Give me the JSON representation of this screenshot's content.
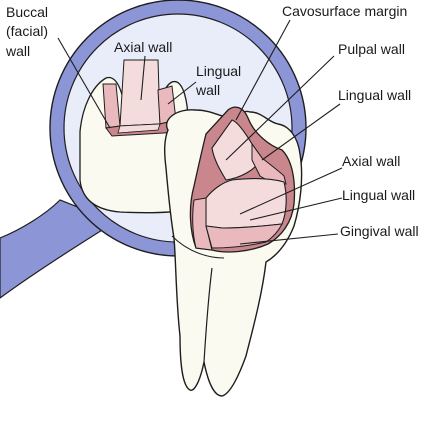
{
  "labels": {
    "buccal_line1": "Buccal",
    "buccal_line2": "(facial)",
    "buccal_line3": "wall",
    "axial_wall_top": "Axial wall",
    "lingual_top_line1": "Lingual",
    "lingual_top_line2": "wall",
    "cavosurface_margin": "Cavosurface margin",
    "pulpal_wall": "Pulpal wall",
    "lingual_wall_right": "Lingual wall",
    "axial_wall_right": "Axial wall",
    "lingual_wall_lower": "Lingual wall",
    "gingival_wall": "Gingival wall"
  },
  "colors": {
    "magnifier_ring": "#8c95d6",
    "magnifier_fill": "#e9ecf9",
    "tooth": "#fbfaf1",
    "prep_light": "#f5dcdc",
    "prep_mid": "#e9b9bd",
    "prep_dark": "#c9868c",
    "outline": "#1e1e1e"
  }
}
